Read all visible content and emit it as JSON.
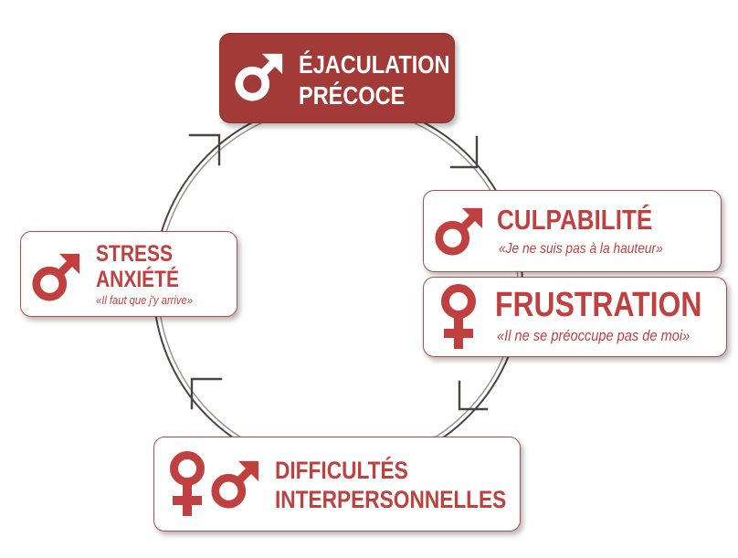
{
  "colors": {
    "accent": "#c0403f",
    "accent_dark": "#a23a37",
    "ring": "#4a4340"
  },
  "nodes": {
    "ejaculation": {
      "line1": "ÉJACULATION",
      "line2": "PRÉCOCE",
      "icon": "male-symbol-icon"
    },
    "culpabilite": {
      "title": "CULPABILITÉ",
      "quote": "«Je ne suis pas à la hauteur»",
      "icon": "male-symbol-icon"
    },
    "frustration": {
      "title": "FRUSTRATION",
      "quote": "«Il ne se préoccupe pas de moi»",
      "icon": "female-symbol-icon"
    },
    "difficultes": {
      "line1": "DIFFICULTÉS",
      "line2": "INTERPERSONNELLES",
      "icons": [
        "female-symbol-icon",
        "male-symbol-icon"
      ]
    },
    "stress": {
      "line1": "STRESS",
      "line2": "ANXIÉTÉ",
      "quote": "«Il faut que j'y arrive»",
      "icon": "male-symbol-icon"
    }
  }
}
